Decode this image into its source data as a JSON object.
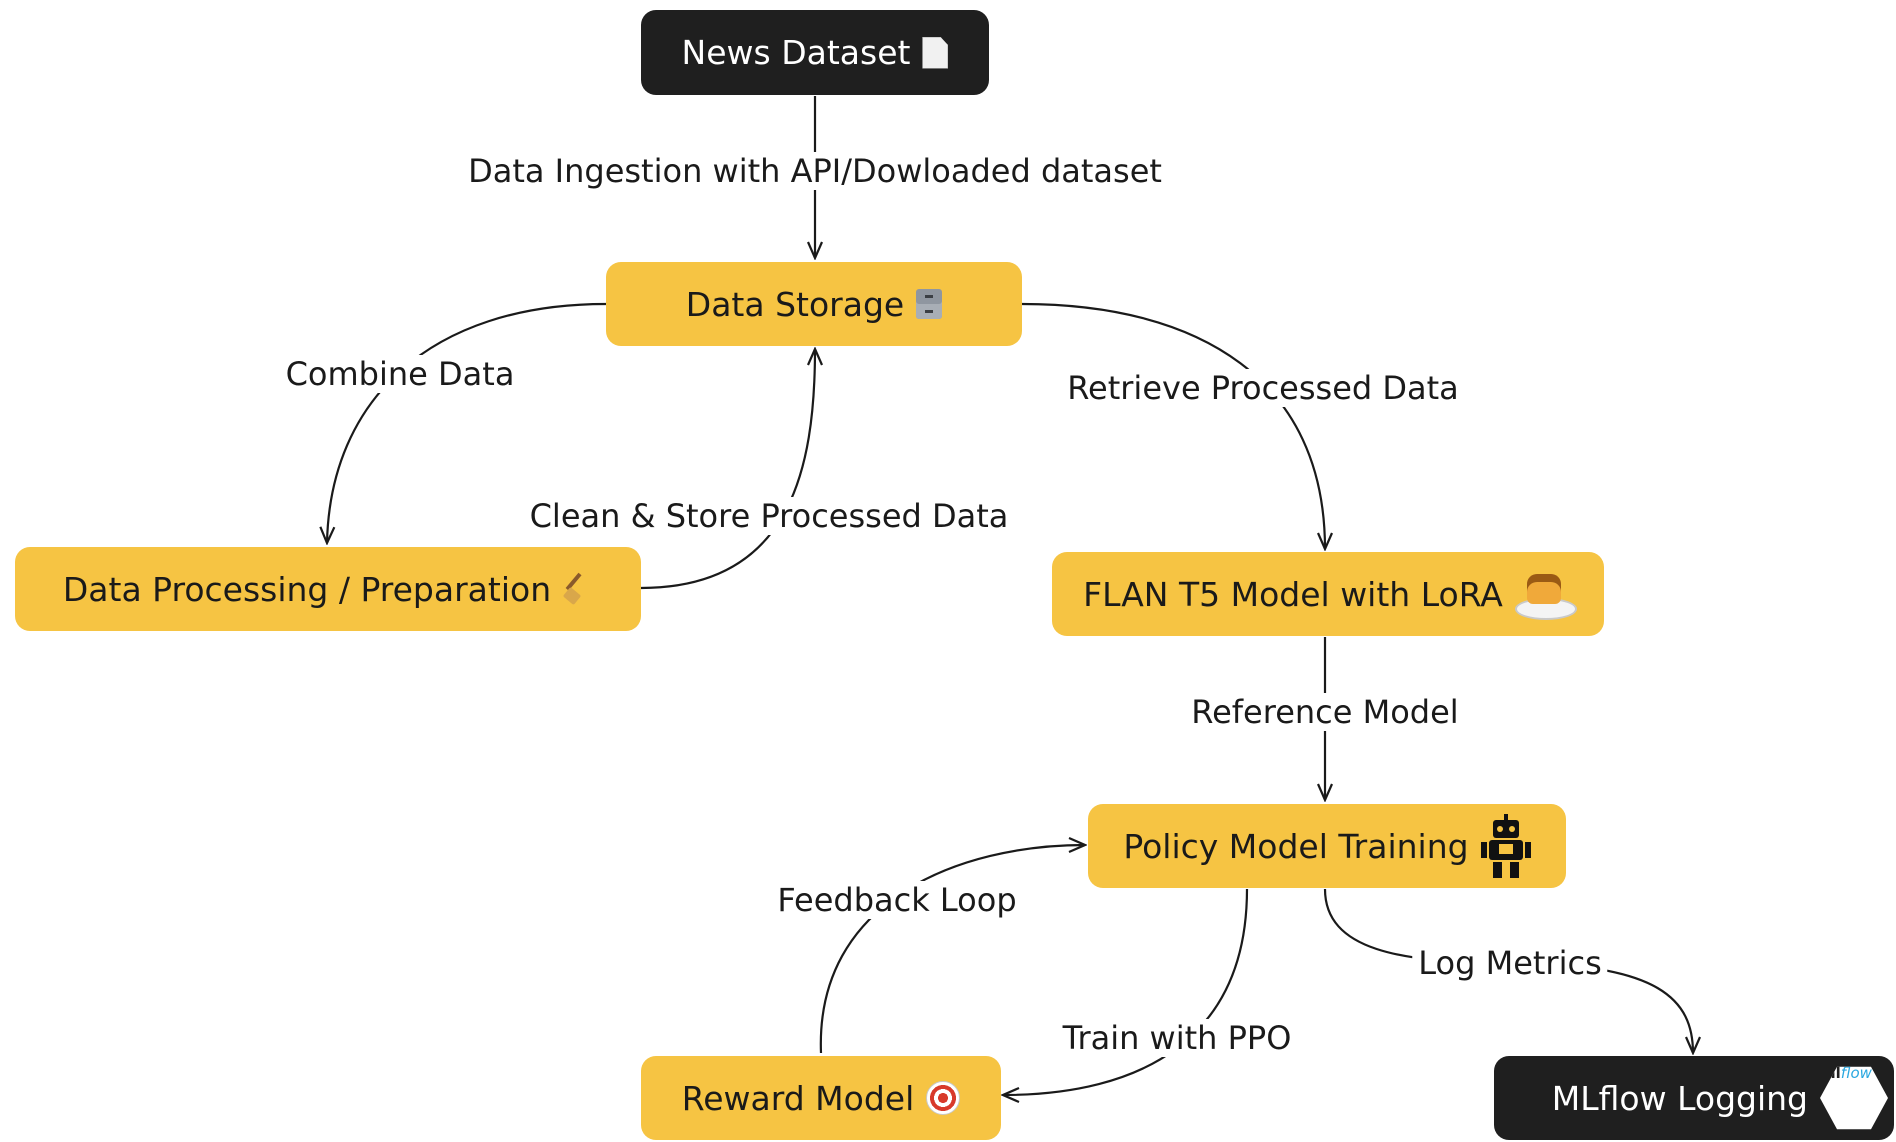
{
  "nodes": {
    "news_dataset": {
      "label": "News Dataset",
      "icon": "document-icon"
    },
    "data_storage": {
      "label": "Data Storage",
      "icon": "file-cabinet-icon"
    },
    "data_processing": {
      "label": "Data Processing / Preparation",
      "icon": "broom-icon"
    },
    "flan_t5": {
      "label": "FLAN T5 Model with LoRA",
      "icon": "flan-icon"
    },
    "policy_training": {
      "label": "Policy Model Training",
      "icon": "robot-icon"
    },
    "reward_model": {
      "label": "Reward Model",
      "icon": "target-icon"
    },
    "mlflow_logging": {
      "label": "MLflow Logging",
      "icon": "mlflow-logo",
      "logo_text_ml": "ml",
      "logo_text_flow": "flow"
    }
  },
  "edges": {
    "ingestion": {
      "label": "Data Ingestion with API/Dowloaded dataset"
    },
    "combine": {
      "label": "Combine Data"
    },
    "clean_store": {
      "label": "Clean & Store Processed Data"
    },
    "retrieve": {
      "label": "Retrieve Processed Data"
    },
    "reference": {
      "label": "Reference Model"
    },
    "feedback": {
      "label": "Feedback Loop"
    },
    "train_ppo": {
      "label": "Train with PPO"
    },
    "log_metrics": {
      "label": "Log Metrics"
    }
  },
  "colors": {
    "node_yellow": "#f6c443",
    "node_dark": "#1f1f1f",
    "edge": "#1a1a1a"
  }
}
